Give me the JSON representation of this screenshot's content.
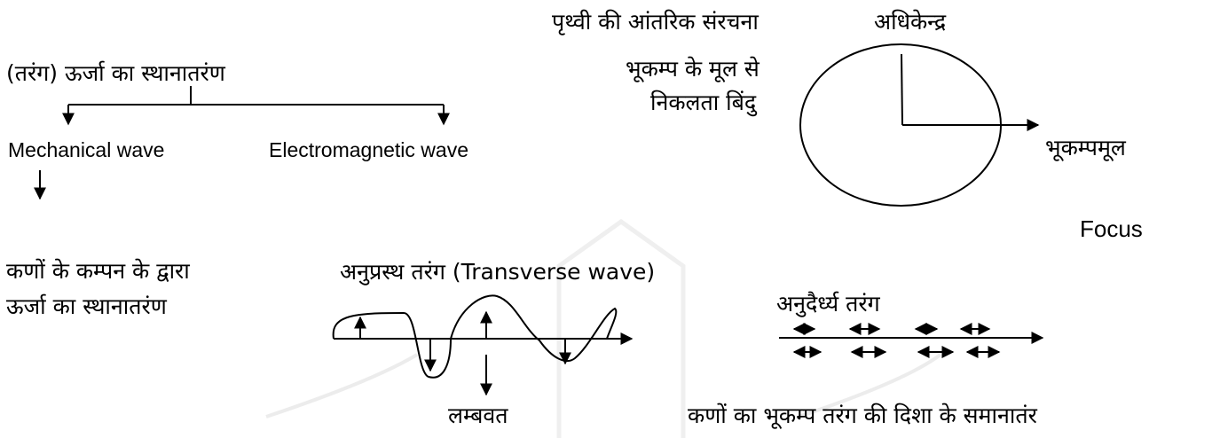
{
  "left": {
    "heading": "(तरंग) ऊर्जा का स्थानातरंण",
    "mechanical": "Mechanical wave",
    "electromagnetic": "Electromagnetic wave",
    "desc_line1": "कणों के कम्पन के द्वारा",
    "desc_line2": "ऊर्जा का स्थानातरंण"
  },
  "earth": {
    "title": "पृथ्वी की आंतरिक संरचना",
    "epicenter": "अधिकेन्द्र",
    "origin_line1": "भूकम्प के मूल से",
    "origin_line2": "निकलता बिंदु",
    "focus_hi": "भूकम्पमूल",
    "focus_en": "Focus"
  },
  "transverse": {
    "title": "अनुप्रस्थ तरंग (Transverse wave)",
    "perpendicular": "लम्बवत"
  },
  "longitudinal": {
    "title": "अनुदैर्ध्य तरंग",
    "parallel": "कणों का भूकम्प तरंग की दिशा के समानातंर"
  },
  "colors": {
    "ink": "#000000",
    "watermark": "#e8e8e8"
  }
}
